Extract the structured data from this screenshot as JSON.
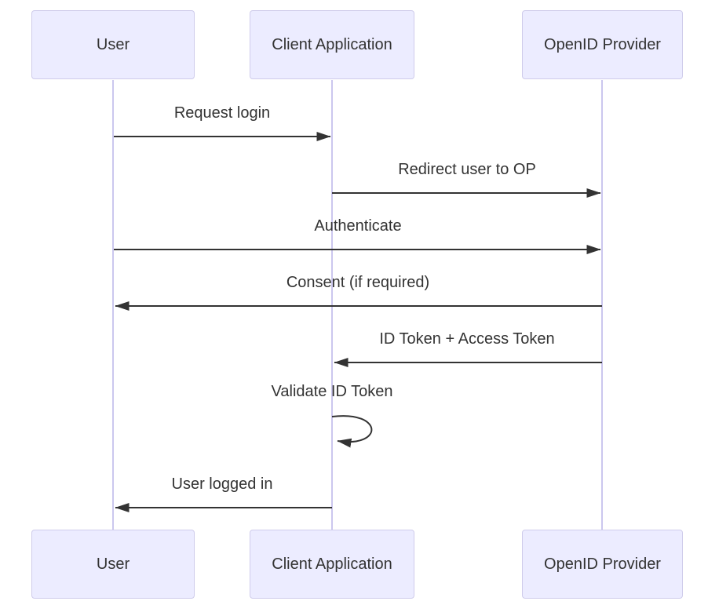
{
  "diagram": {
    "type": "sequence",
    "actors": [
      {
        "id": "user",
        "label": "User"
      },
      {
        "id": "client",
        "label": "Client Application"
      },
      {
        "id": "openid",
        "label": "OpenID Provider"
      }
    ],
    "messages": [
      {
        "from": "User",
        "to": "Client Application",
        "label": "Request login",
        "arrow": "solid-right"
      },
      {
        "from": "Client Application",
        "to": "OpenID Provider",
        "label": "Redirect user to OP",
        "arrow": "solid-right"
      },
      {
        "from": "User",
        "to": "OpenID Provider",
        "label": "Authenticate",
        "arrow": "solid-right"
      },
      {
        "from": "OpenID Provider",
        "to": "User",
        "label": "Consent (if required)",
        "arrow": "solid-left"
      },
      {
        "from": "OpenID Provider",
        "to": "Client Application",
        "label": "ID Token + Access Token",
        "arrow": "solid-left"
      },
      {
        "from": "Client Application",
        "to": "Client Application",
        "label": "Validate ID Token",
        "arrow": "self-loop"
      },
      {
        "from": "Client Application",
        "to": "User",
        "label": "User logged in",
        "arrow": "solid-left"
      }
    ],
    "colors": {
      "actor_fill": "#ECECFF",
      "actor_border": "#CFCCEB",
      "lifeline": "#CBC7EE",
      "arrow": "#333333",
      "text": "#333333",
      "background": "#FFFFFF"
    }
  }
}
